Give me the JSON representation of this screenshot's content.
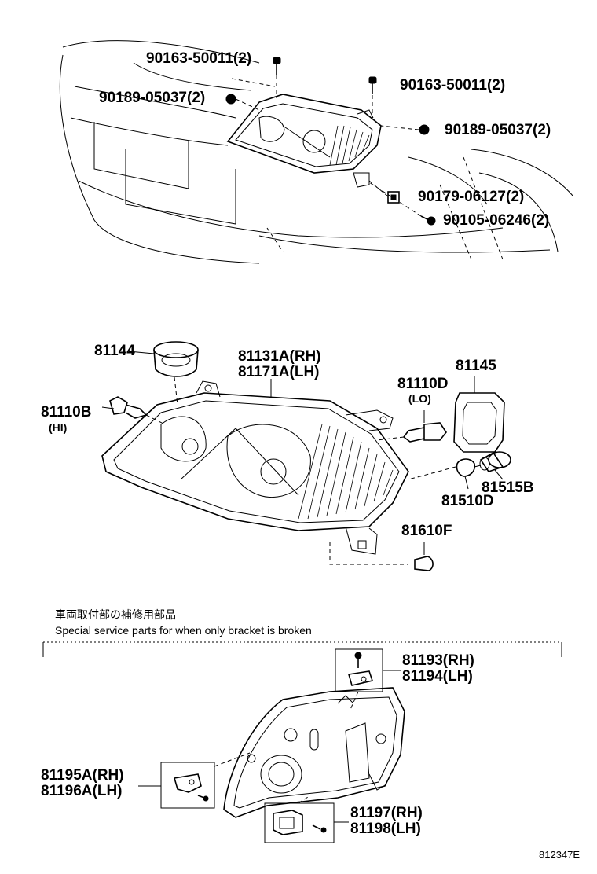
{
  "top_section": {
    "labels": [
      "90163-50011(2)",
      "90189-05037(2)",
      "90163-50011(2)",
      "90189-05037(2)",
      "90179-06127(2)",
      "90105-06246(2)"
    ]
  },
  "middle_section": {
    "socket_ring": "81144",
    "headlamp_rh": "81131A(RH)",
    "headlamp_lh": "81171A(LH)",
    "hi_bulb": "81110B",
    "hi_note": "(HI)",
    "lo_bulb": "81110D",
    "lo_note": "(LO)",
    "cover": "81145",
    "socket": "81515B",
    "bulb": "81510D",
    "side_bulb": "81610F"
  },
  "special_section": {
    "heading_jp": "車両取付部の補修用部品",
    "heading_en": "Special service parts for when only bracket is broken",
    "bracket_top_rh": "81193(RH)",
    "bracket_top_lh": "81194(LH)",
    "bracket_left_rh": "81195A(RH)",
    "bracket_left_lh": "81196A(LH)",
    "bracket_bottom_rh": "81197(RH)",
    "bracket_bottom_lh": "81198(LH)"
  },
  "figure_code": "812347E"
}
